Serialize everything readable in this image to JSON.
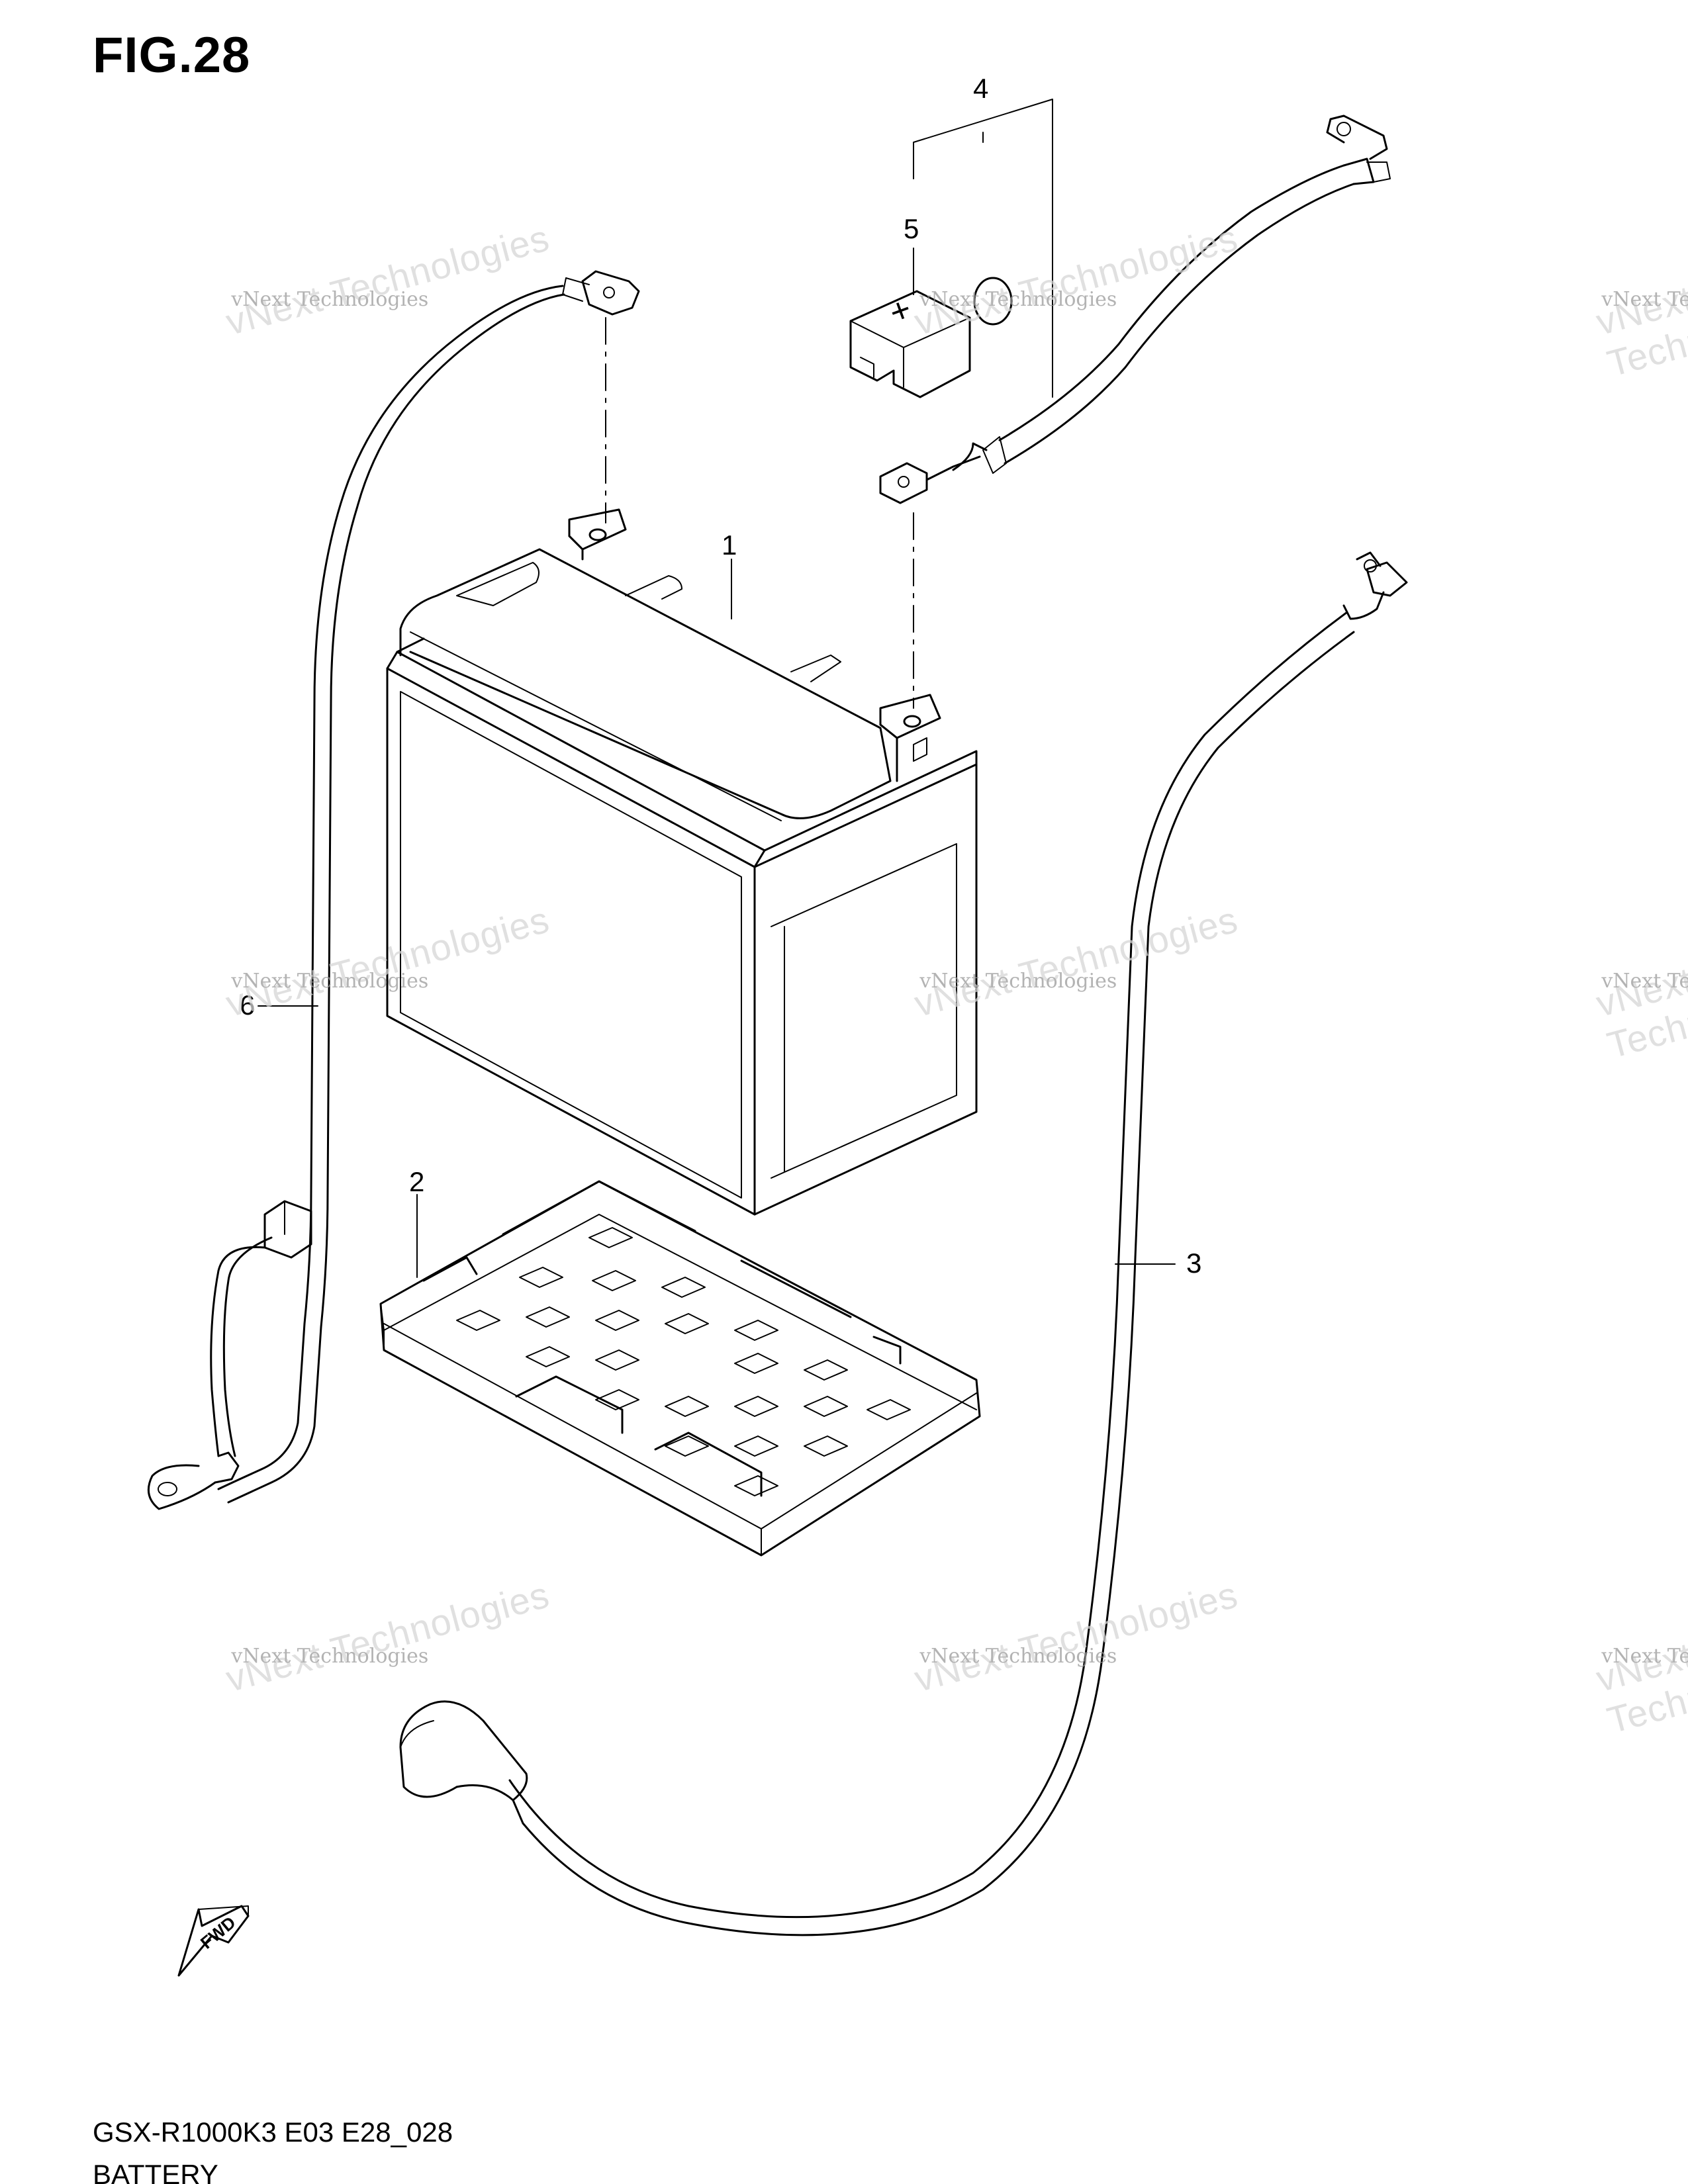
{
  "figure": {
    "title": "FIG.28",
    "model_code": "GSX-R1000K3 E03 E28_028",
    "section_name": "BATTERY"
  },
  "callouts": [
    "1",
    "2",
    "3",
    "4",
    "5",
    "6"
  ],
  "fwd_label": "FWD",
  "terminal_cover_symbol": "+",
  "watermark": {
    "line1": "vNext Technologies",
    "line2": "vNext Technologies"
  }
}
